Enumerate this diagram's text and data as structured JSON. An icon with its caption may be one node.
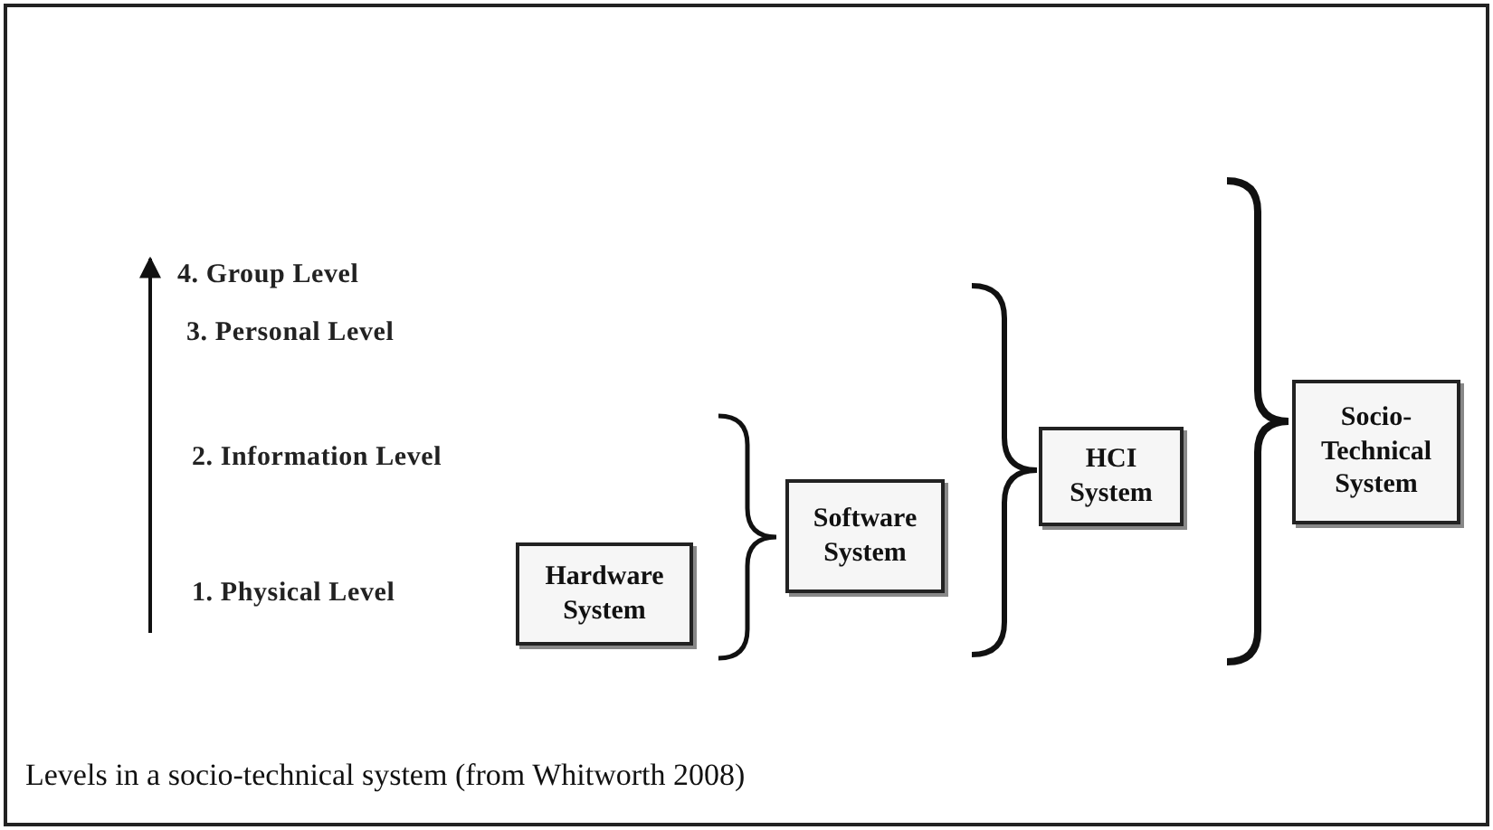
{
  "diagram": {
    "caption": "Levels in a socio-technical system (from Whitworth 2008)",
    "nodes": [
      {
        "text": [
          "Hardware System"
        ]
      },
      {
        "text": [
          "Software System"
        ]
      },
      {
        "text": [
          "HCI System"
        ]
      },
      {
        "text": [
          "Socio-Technical System"
        ]
      }
    ],
    "labels": [
      "4. Group Level",
      "3. Personal Level",
      "2. Information Level",
      "1. Physical Level"
    ]
  }
}
